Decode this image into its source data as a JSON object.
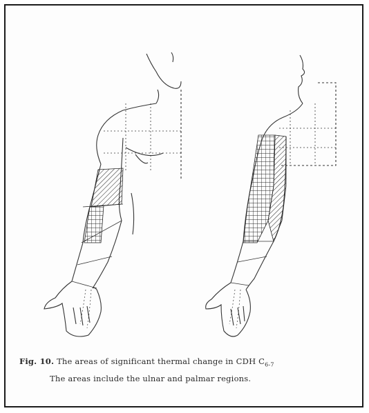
{
  "figure": {
    "label": "Fig. 10.",
    "caption_line1": "The areas of significant thermal change in CDH C",
    "caption_sub": "6-7",
    "caption_line2": "The areas include the ulnar and palmar regions."
  }
}
